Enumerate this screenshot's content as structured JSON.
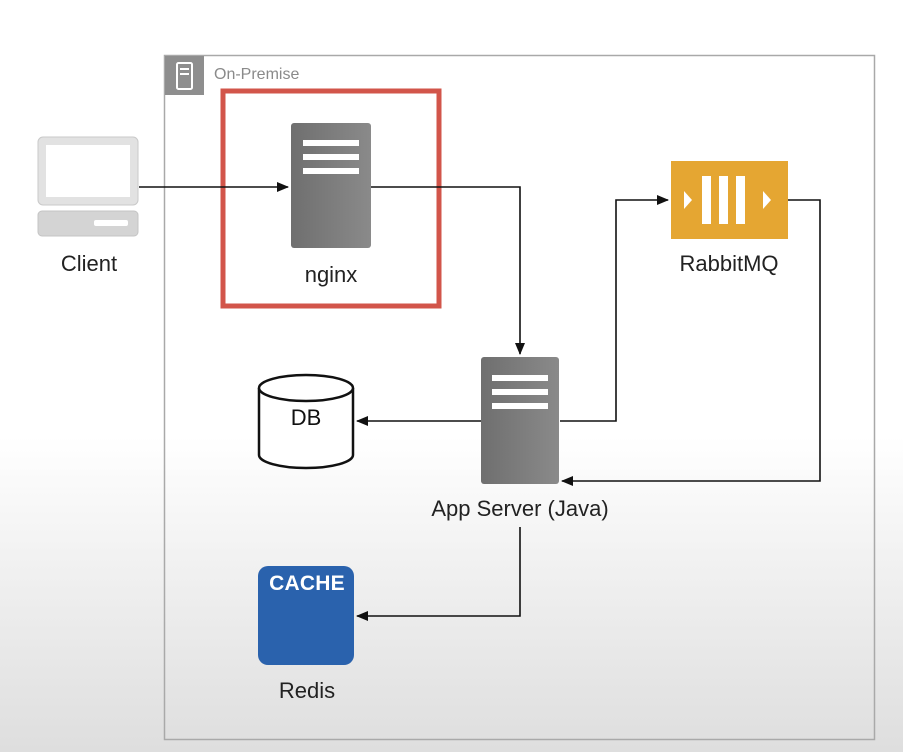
{
  "group": {
    "label": "On-Premise",
    "icon": "server-rack-icon"
  },
  "nodes": {
    "client": {
      "label": "Client",
      "icon": "desktop-computer-icon"
    },
    "nginx": {
      "label": "nginx",
      "icon": "server-icon",
      "highlight_color": "#d2554a"
    },
    "rabbitmq": {
      "label": "RabbitMQ",
      "icon": "message-queue-icon",
      "color": "#e5a632"
    },
    "db": {
      "label": "DB",
      "icon": "database-cylinder-icon"
    },
    "app_server": {
      "label": "App Server (Java)",
      "icon": "server-icon"
    },
    "redis": {
      "label": "Redis",
      "icon_text": "CACHE",
      "icon": "cache-icon",
      "color": "#2a62ad"
    }
  },
  "edges": [
    {
      "from": "client",
      "to": "nginx"
    },
    {
      "from": "nginx",
      "to": "app_server"
    },
    {
      "from": "app_server",
      "to": "rabbitmq"
    },
    {
      "from": "rabbitmq",
      "to": "app_server"
    },
    {
      "from": "app_server",
      "to": "db"
    },
    {
      "from": "app_server",
      "to": "redis"
    }
  ]
}
